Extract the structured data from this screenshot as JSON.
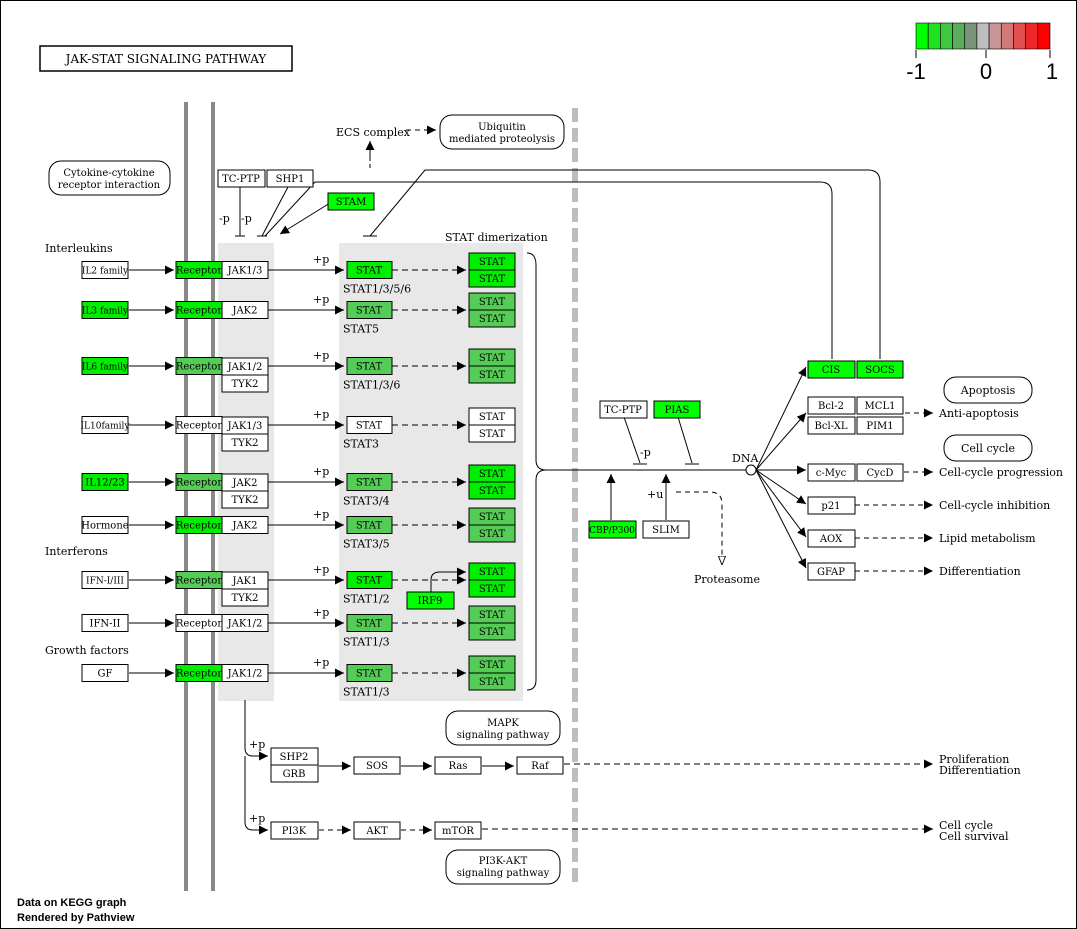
{
  "title": "JAK-STAT SIGNALING PATHWAY",
  "legend": {
    "colors": [
      "#00ff00",
      "#1ee31e",
      "#3dc83d",
      "#5cad5c",
      "#7a947a",
      "#bebebe",
      "#c89696",
      "#d27878",
      "#e15050",
      "#ee2828",
      "#ff0000"
    ],
    "labels": [
      "-1",
      "0",
      "1"
    ]
  },
  "footer": [
    "Data on KEGG graph",
    "Rendered by Pathview"
  ],
  "labels": {
    "interleukins": "Interleukins",
    "interferons": "Interferons",
    "growth_factors": "Growth factors",
    "stat_dimerization": "STAT dimerization",
    "ecs_complex": "ECS complex",
    "dna": "DNA",
    "proteasome": "Proteasome",
    "plus_p": "+p",
    "minus_p": "-p",
    "plus_u": "+u"
  },
  "maps": {
    "cytokine": [
      "Cytokine-cytokine",
      "receptor interaction"
    ],
    "ubiquitin": [
      "Ubiquitin",
      "mediated proteolysis"
    ],
    "apoptosis": [
      "Apoptosis"
    ],
    "cellcycle": [
      "Cell cycle"
    ],
    "mapk": [
      "MAPK",
      "signaling pathway"
    ],
    "pi3k": [
      "PI3K-AKT",
      "signaling pathway"
    ]
  },
  "ligands": [
    "IL2 family",
    "IL3 family",
    "IL6 family",
    "IL10family",
    "IL12/23",
    "Hormone",
    "IFN-I/III",
    "IFN-II",
    "GF"
  ],
  "receptor_label": "Receptor",
  "jaks": [
    [
      "JAK1/3"
    ],
    [
      "JAK2"
    ],
    [
      "JAK1/2",
      "TYK2"
    ],
    [
      "JAK1/3",
      "TYK2"
    ],
    [
      "JAK2",
      "TYK2"
    ],
    [
      "JAK2"
    ],
    [
      "JAK1",
      "TYK2"
    ],
    [
      "JAK1/2"
    ],
    [
      "JAK1/2"
    ]
  ],
  "stat_label": "STAT",
  "stat_names": [
    "STAT1/3/5/6",
    "STAT5",
    "STAT1/3/6",
    "STAT3",
    "STAT3/4",
    "STAT3/5",
    "STAT1/2",
    "STAT1/3",
    "STAT1/3"
  ],
  "regulators": {
    "tcptp": "TC-PTP",
    "shp1": "SHP1",
    "stam": "STAM",
    "irf9": "IRF9",
    "tcptp2": "TC-PTP",
    "pias": "PIAS",
    "cbp": "CBP/P300",
    "slim": "SLIM"
  },
  "targets": {
    "cis": "CIS",
    "socs": "SOCS",
    "bcl2": "Bcl-2",
    "mcl1": "MCL1",
    "bclxl": "Bcl-XL",
    "pim1": "PIM1",
    "cmyc": "c-Myc",
    "cycd": "CycD",
    "p21": "p21",
    "aox": "AOX",
    "gfap": "GFAP"
  },
  "outcomes": {
    "anti_apoptosis": "Anti-apoptosis",
    "cc_progression": "Cell-cycle progression",
    "cc_inhibition": "Cell-cycle inhibition",
    "lipid": "Lipid metabolism",
    "differentiation": "Differentiation",
    "prolif1": "Proliferation",
    "prolif2": "Differentiation",
    "survival1": "Cell cycle",
    "survival2": "Cell survival"
  },
  "lower": {
    "shp2": "SHP2",
    "grb": "GRB",
    "sos": "SOS",
    "ras": "Ras",
    "raf": "Raf",
    "pi3k": "PI3K",
    "akt": "AKT",
    "mtor": "mTOR"
  }
}
